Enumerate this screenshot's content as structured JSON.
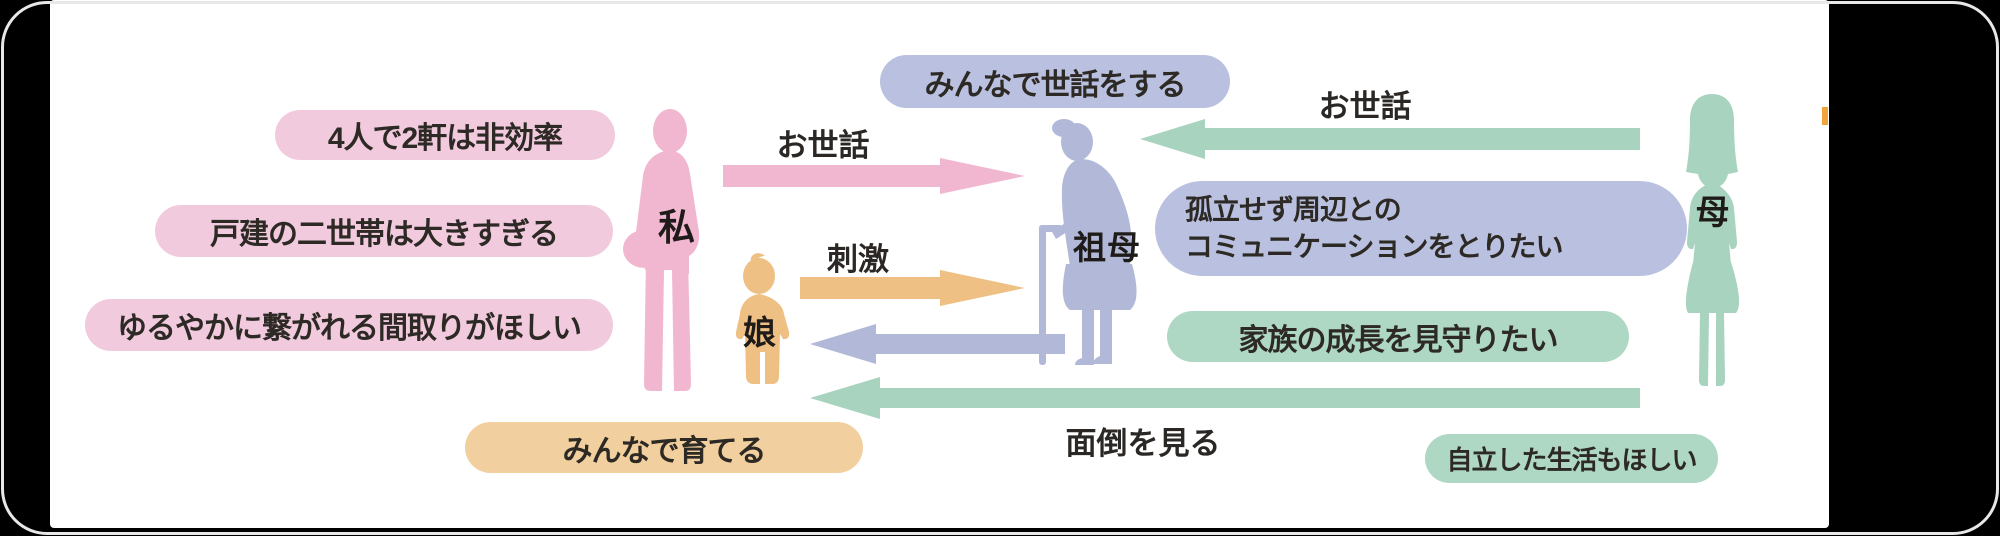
{
  "palette": {
    "page_bg": "#000000",
    "panel_bg": "#ffffff",
    "frame_border": "#e8e8e8",
    "ink": "#2d2925",
    "pink_shape": "#f2b7d0",
    "pink_bubble": "#f1cade",
    "orange_shape": "#eec083",
    "orange_bubble": "#f2cf9e",
    "purple_shape": "#b2b9d8",
    "purple_bubble": "#bac1e0",
    "green_shape": "#a8d3be",
    "green_bubble": "#aed8c3",
    "marker_orange": "#f0a440"
  },
  "figures": {
    "watashi": {
      "label": "私"
    },
    "musume": {
      "label": "娘"
    },
    "sobo": {
      "label": "祖母"
    },
    "haha": {
      "label": "母"
    }
  },
  "arrows": {
    "watashi_to_sobo": {
      "label": "お世話",
      "from": "私",
      "to": "祖母",
      "direction": "right",
      "color": "pink"
    },
    "musume_to_sobo": {
      "label": "刺激",
      "from": "娘",
      "to": "祖母",
      "direction": "right",
      "color": "orange"
    },
    "haha_to_sobo": {
      "label": "お世話",
      "from": "母",
      "to": "祖母",
      "direction": "left",
      "color": "green"
    },
    "sobo_to_musume": {
      "label": "",
      "from": "祖母",
      "to": "娘",
      "direction": "left",
      "color": "purple"
    },
    "haha_to_musume": {
      "label": "面倒を見る",
      "from": "母",
      "to": "娘",
      "direction": "left",
      "color": "green"
    }
  },
  "bubbles": {
    "inefficient": {
      "text": "4人で2軒は非効率"
    },
    "too_big": {
      "text": "戸建の二世帯は大きすぎる"
    },
    "floorplan": {
      "text": "ゆるやかに繋がれる間取りがほしい"
    },
    "raise_together": {
      "text": "みんなで育てる"
    },
    "care_together": {
      "text": "みんなで世話をする"
    },
    "communication": {
      "line1": "孤立せず周辺との",
      "line2": "コミュニケーションをとりたい"
    },
    "watch_growth": {
      "text": "家族の成長を見守りたい"
    },
    "independent_life": {
      "text": "自立した生活もほしい"
    }
  }
}
